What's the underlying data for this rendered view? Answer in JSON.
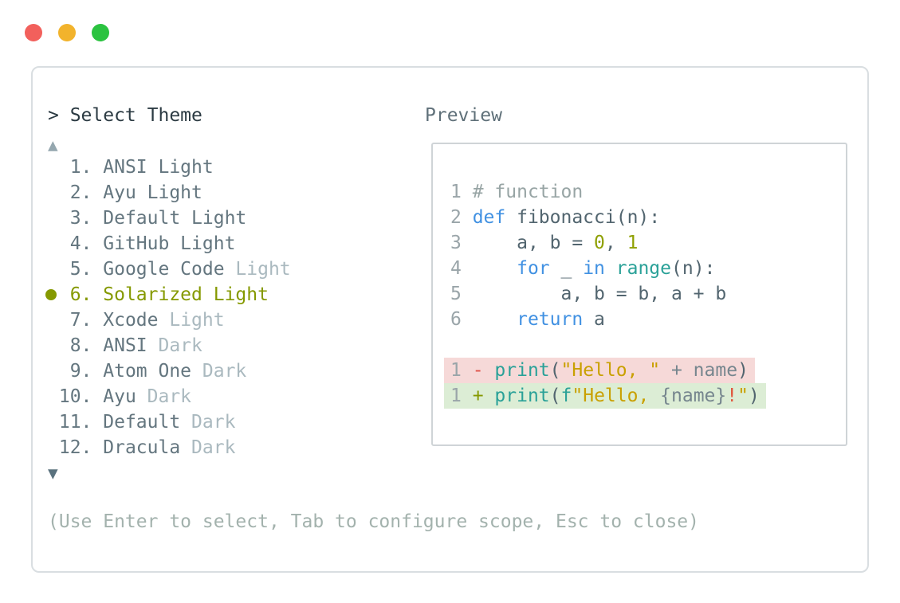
{
  "window": {
    "controls": [
      {
        "name": "close",
        "color": "#f2605c"
      },
      {
        "name": "minimize",
        "color": "#f2b32c"
      },
      {
        "name": "zoom",
        "color": "#2bc340"
      }
    ]
  },
  "panel": {
    "prompt": "> Select Theme",
    "scroll_up": "▲",
    "scroll_down": "▼",
    "hint": "(Use Enter to select, Tab to configure scope, Esc to close)"
  },
  "theme_list": {
    "selected_index": 6,
    "items": [
      {
        "name": "ANSI Light",
        "prefix": "  1. ",
        "selected": false,
        "segments": [
          {
            "t": "ANSI Light",
            "c": "item"
          }
        ]
      },
      {
        "name": "Ayu Light",
        "prefix": "  2. ",
        "selected": false,
        "segments": [
          {
            "t": "Ayu Light",
            "c": "item"
          }
        ]
      },
      {
        "name": "Default Light",
        "prefix": "  3. ",
        "selected": false,
        "segments": [
          {
            "t": "Default Light",
            "c": "item"
          }
        ]
      },
      {
        "name": "GitHub Light",
        "prefix": "  4. ",
        "selected": false,
        "segments": [
          {
            "t": "GitHub Light",
            "c": "item"
          }
        ]
      },
      {
        "name": "Google Code Light",
        "prefix": "  5. ",
        "selected": false,
        "segments": [
          {
            "t": "Google Code ",
            "c": "item"
          },
          {
            "t": "Light",
            "c": "dim"
          }
        ]
      },
      {
        "name": "Solarized Light",
        "prefix": "  6. ",
        "selected": true,
        "segments": [
          {
            "t": "Solarized Light",
            "c": "sel"
          }
        ]
      },
      {
        "name": "Xcode Light",
        "prefix": "  7. ",
        "selected": false,
        "segments": [
          {
            "t": "Xcode ",
            "c": "item"
          },
          {
            "t": "Light",
            "c": "dim"
          }
        ]
      },
      {
        "name": "ANSI Dark",
        "prefix": "  8. ",
        "selected": false,
        "segments": [
          {
            "t": "ANSI ",
            "c": "item"
          },
          {
            "t": "Dark",
            "c": "dim"
          }
        ]
      },
      {
        "name": "Atom One Dark",
        "prefix": "  9. ",
        "selected": false,
        "segments": [
          {
            "t": "Atom One ",
            "c": "item"
          },
          {
            "t": "Dark",
            "c": "dim"
          }
        ]
      },
      {
        "name": "Ayu Dark",
        "prefix": " 10. ",
        "selected": false,
        "segments": [
          {
            "t": "Ayu ",
            "c": "item"
          },
          {
            "t": "Dark",
            "c": "dim"
          }
        ]
      },
      {
        "name": "Default Dark",
        "prefix": " 11. ",
        "selected": false,
        "segments": [
          {
            "t": "Default ",
            "c": "item"
          },
          {
            "t": "Dark",
            "c": "dim"
          }
        ]
      },
      {
        "name": "Dracula Dark",
        "prefix": " 12. ",
        "selected": false,
        "segments": [
          {
            "t": "Dracula ",
            "c": "item"
          },
          {
            "t": "Dark",
            "c": "dim"
          }
        ]
      }
    ]
  },
  "preview": {
    "label": "Preview",
    "code_lines": [
      {
        "prefix": "1 ",
        "segments": [
          {
            "t": "# function",
            "c": "comment"
          }
        ]
      },
      {
        "prefix": "2 ",
        "segments": [
          {
            "t": "def",
            "c": "kw"
          },
          {
            "t": " fibonacci(n):",
            "c": "fg"
          }
        ]
      },
      {
        "prefix": "3 ",
        "segments": [
          {
            "t": "    a, b = ",
            "c": "fg"
          },
          {
            "t": "0",
            "c": "num"
          },
          {
            "t": ", ",
            "c": "fg"
          },
          {
            "t": "1",
            "c": "num"
          }
        ]
      },
      {
        "prefix": "4 ",
        "segments": [
          {
            "t": "    ",
            "c": "fg"
          },
          {
            "t": "for",
            "c": "kw"
          },
          {
            "t": " _ ",
            "c": "fg"
          },
          {
            "t": "in",
            "c": "kw"
          },
          {
            "t": " ",
            "c": "fg"
          },
          {
            "t": "range",
            "c": "fn"
          },
          {
            "t": "(n):",
            "c": "fg"
          }
        ]
      },
      {
        "prefix": "5 ",
        "segments": [
          {
            "t": "        a, b = b, a + b",
            "c": "fg"
          }
        ]
      },
      {
        "prefix": "6 ",
        "segments": [
          {
            "t": "    ",
            "c": "fg"
          },
          {
            "t": "return",
            "c": "kw"
          },
          {
            "t": " a",
            "c": "fg"
          }
        ]
      }
    ],
    "diff_lines": [
      {
        "prefix": "1 ",
        "bg": "removed",
        "segments": [
          {
            "t": "- ",
            "c": "minus"
          },
          {
            "t": "print",
            "c": "fn"
          },
          {
            "t": "(",
            "c": "fg"
          },
          {
            "t": "\"Hello, \"",
            "c": "str"
          },
          {
            "t": " + name",
            "c": "fg2"
          },
          {
            "t": ")",
            "c": "fg"
          }
        ]
      },
      {
        "prefix": "1 ",
        "bg": "added",
        "segments": [
          {
            "t": "+ ",
            "c": "plus"
          },
          {
            "t": "print",
            "c": "fn"
          },
          {
            "t": "(",
            "c": "fg"
          },
          {
            "t": "f",
            "c": "fn"
          },
          {
            "t": "\"Hello, ",
            "c": "str"
          },
          {
            "t": "{name}",
            "c": "fg2"
          },
          {
            "t": "!",
            "c": "bang"
          },
          {
            "t": "\"",
            "c": "str"
          },
          {
            "t": ")",
            "c": "fg"
          }
        ]
      }
    ]
  },
  "palette": {
    "selected_accent": "#859900",
    "keyword_blue": "#4191e2",
    "function_teal": "#2aa198",
    "string_gold": "#c9a000",
    "number_olive": "#8fa000",
    "diff_removed_bg": "#f6d9d8",
    "diff_added_bg": "#dcedd5",
    "diff_minus_red": "#e0524a",
    "diff_plus_green": "#859900"
  }
}
